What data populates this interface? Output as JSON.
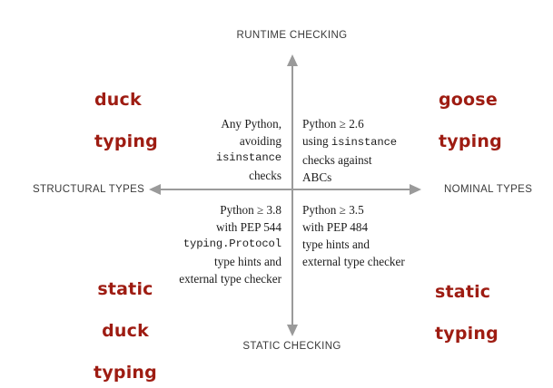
{
  "diagram": {
    "title": "Python typing quadrants",
    "accent_color": "#9e1c12",
    "axis_color": "#9a9a9a",
    "text_color": "#1c1c1c"
  },
  "axes": {
    "top_label": "RUNTIME CHECKING",
    "bottom_label": "STATIC CHECKING",
    "left_label": "STRUCTURAL TYPES",
    "right_label": "NOMINAL TYPES",
    "vertical_arrow_up_icon": "arrow-up-icon",
    "vertical_arrow_down_icon": "arrow-down-icon",
    "horizontal_arrow_left_icon": "arrow-left-icon",
    "horizontal_arrow_right_icon": "arrow-right-icon"
  },
  "quadrants": {
    "top_left": {
      "name": "duck typing",
      "name_line1": "duck",
      "name_line2": "typing",
      "body_lines": [
        {
          "text": "Any Python,",
          "code": false
        },
        {
          "text": "avoiding",
          "code": false
        },
        {
          "text": "isinstance",
          "code": true
        },
        {
          "text": "checks",
          "code": false
        }
      ]
    },
    "top_right": {
      "name": "goose typing",
      "name_line1": "goose",
      "name_line2": "typing",
      "body_lines": [
        {
          "text": "Python ≥ 2.6",
          "code": false
        },
        {
          "text_before": "using ",
          "text": "isinstance",
          "code": "mixed"
        },
        {
          "text": "checks against",
          "code": false
        },
        {
          "text": "ABCs",
          "code": false
        }
      ]
    },
    "bottom_left": {
      "name": "static duck typing",
      "name_line1": "static",
      "name_line2": "duck",
      "name_line3": "typing",
      "body_lines": [
        {
          "text": "Python ≥ 3.8",
          "code": false
        },
        {
          "text": "with PEP 544",
          "code": false
        },
        {
          "text": "typing.Protocol",
          "code": true
        },
        {
          "text": "type hints and",
          "code": false
        },
        {
          "text": "external type checker",
          "code": false
        }
      ]
    },
    "bottom_right": {
      "name": "static typing",
      "name_line1": "static",
      "name_line2": "typing",
      "body_lines": [
        {
          "text": "Python ≥ 3.5",
          "code": false
        },
        {
          "text": "with PEP 484",
          "code": false
        },
        {
          "text": "type hints and",
          "code": false
        },
        {
          "text": "external type checker",
          "code": false
        }
      ]
    }
  }
}
